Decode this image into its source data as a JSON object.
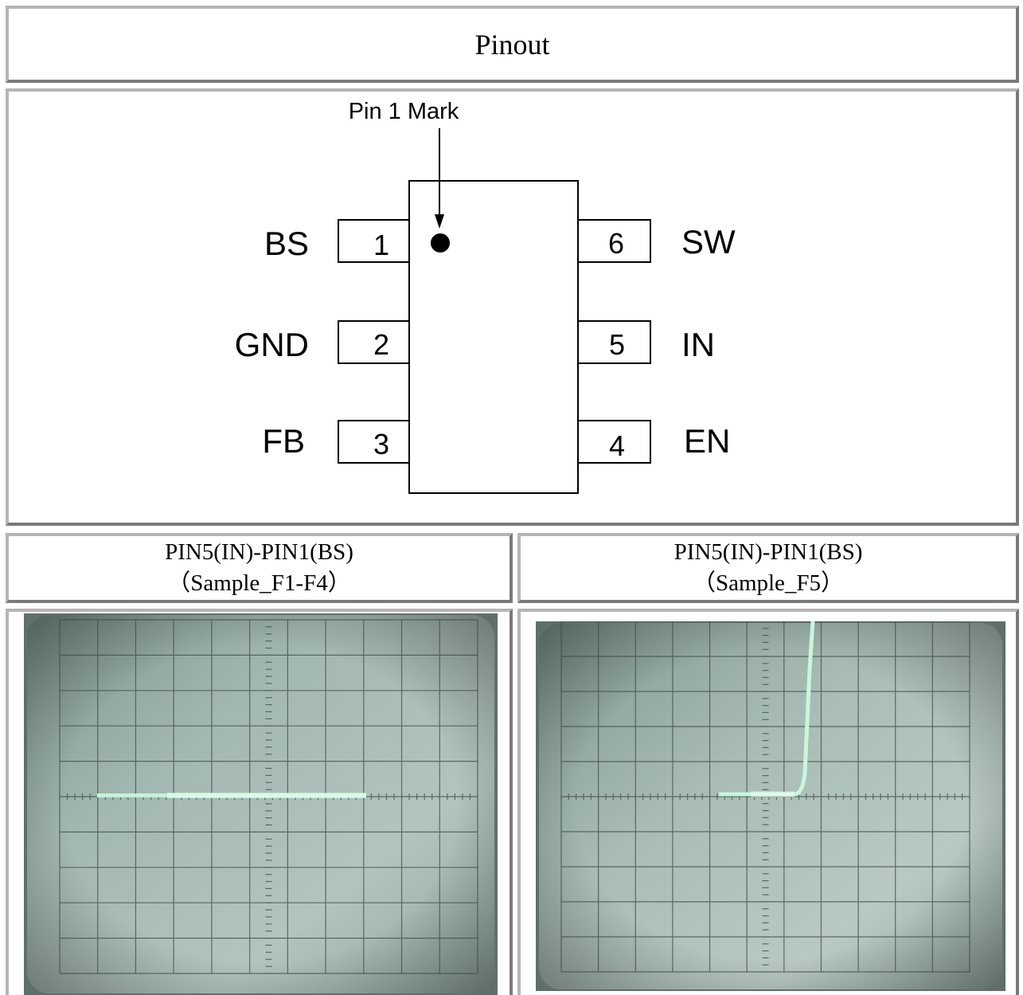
{
  "header": {
    "title": "Pinout"
  },
  "pinout": {
    "mark_label": "Pin 1 Mark",
    "left_pins": [
      {
        "number": "1",
        "name": "BS"
      },
      {
        "number": "2",
        "name": "GND"
      },
      {
        "number": "3",
        "name": "FB"
      }
    ],
    "right_pins": [
      {
        "number": "6",
        "name": "SW"
      },
      {
        "number": "5",
        "name": "IN"
      },
      {
        "number": "4",
        "name": "EN"
      }
    ]
  },
  "captions": [
    {
      "line1": "PIN5(IN)-PIN1(BS)",
      "line2": "（Sample_F1-F4）"
    },
    {
      "line1": "PIN5(IN)-PIN1(BS)",
      "line2": "（Sample_F5）"
    }
  ],
  "scope_colors": {
    "screen": "#9fb4ad",
    "grid": "#3d4a45",
    "trace": "#c8f7dc"
  }
}
